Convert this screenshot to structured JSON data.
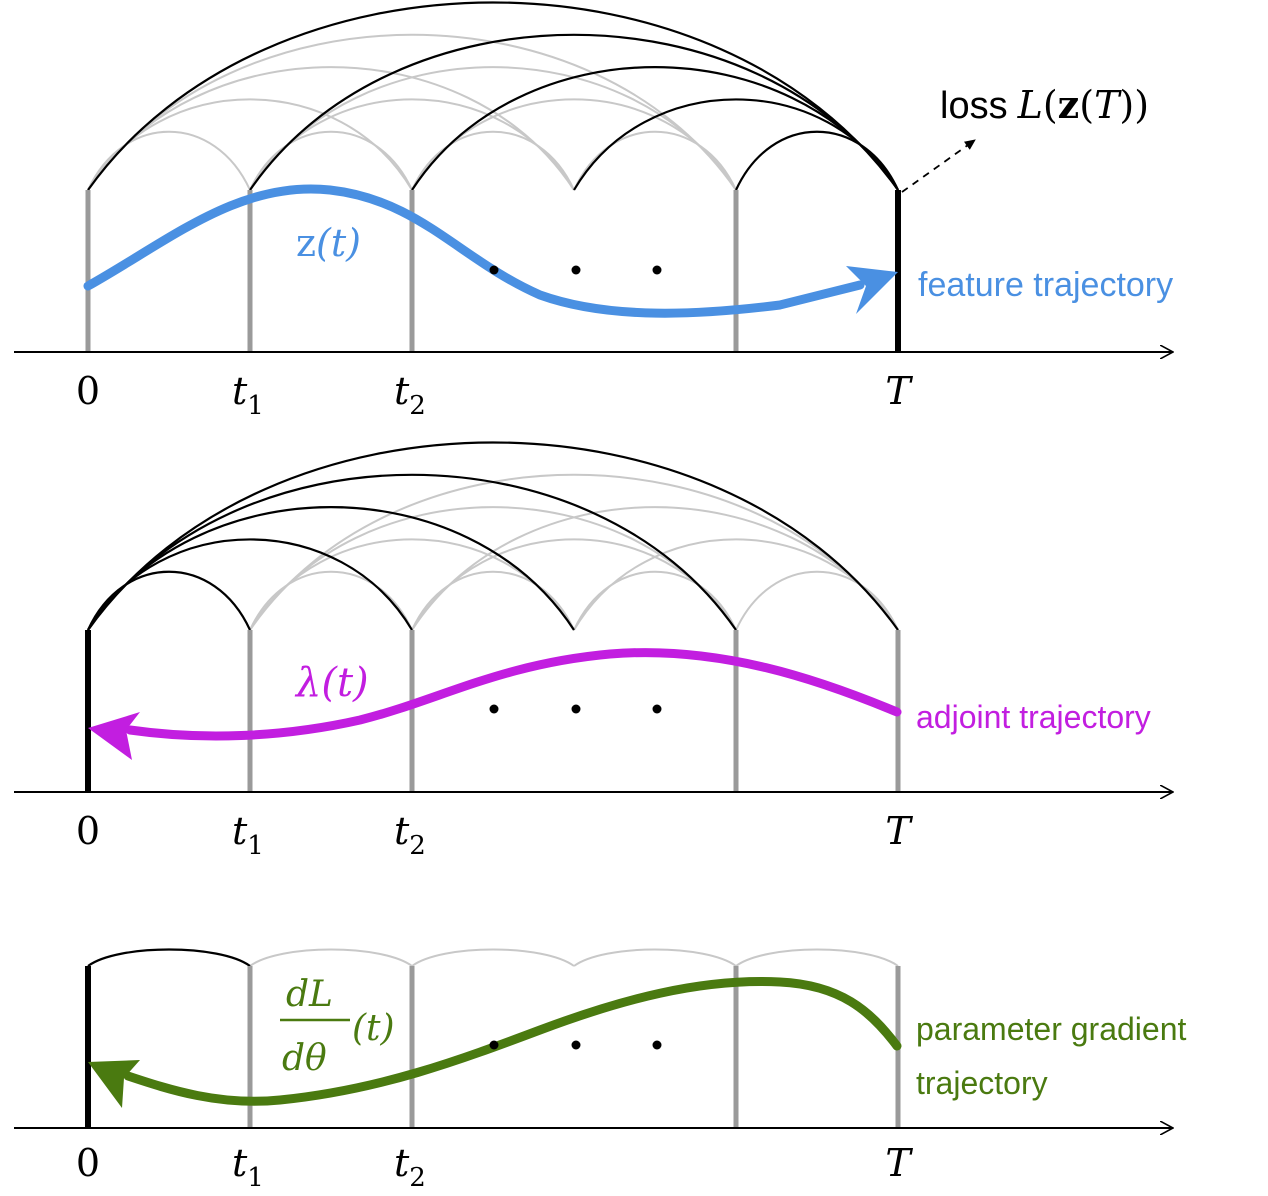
{
  "axis_labels": {
    "zero": "0",
    "t_symbol": "t",
    "t1_sub": "1",
    "t2_sub": "2",
    "T": "T"
  },
  "panel1": {
    "loss_word": "loss",
    "loss_L": "L",
    "loss_open": "(",
    "loss_z": "z",
    "loss_T": "T",
    "loss_close": "))",
    "curve_z": "z",
    "curve_arg": "(t)",
    "caption": "feature trajectory",
    "color": "#4a90e2"
  },
  "panel2": {
    "curve_lambda": "λ",
    "curve_arg": "(t)",
    "caption": "adjoint trajectory",
    "color": "#c21ee0"
  },
  "panel3": {
    "numerator": "dL",
    "denominator": "dθ",
    "curve_arg": "(t)",
    "caption_line1": "parameter gradient",
    "caption_line2": "trajectory",
    "color": "#4a7a10"
  },
  "colors": {
    "axis": "#000000",
    "tick": "#9a9a9a",
    "arc_dark": "#000000",
    "arc_light": "#c8c8c8"
  }
}
